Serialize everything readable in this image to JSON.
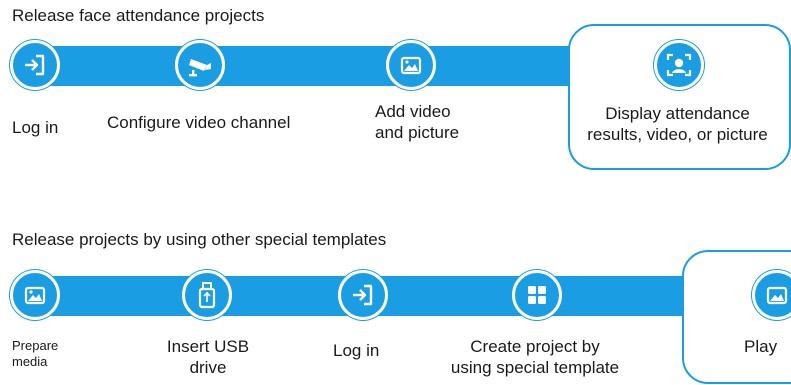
{
  "flow1": {
    "title": "Release face attendance projects",
    "steps": [
      {
        "icon": "login-icon",
        "lines": [
          "Log in"
        ]
      },
      {
        "icon": "camera-icon",
        "lines": [
          "Configure video channel"
        ]
      },
      {
        "icon": "picture-icon",
        "lines": [
          "Add video",
          "and picture"
        ]
      },
      {
        "icon": "face-recognition-icon",
        "lines": [
          "Display attendance",
          "results, video, or picture"
        ]
      }
    ]
  },
  "flow2": {
    "title": "Release projects by using other special templates",
    "steps": [
      {
        "icon": "picture-icon",
        "lines": [
          "Prepare",
          "media"
        ]
      },
      {
        "icon": "usb-drive-icon",
        "lines": [
          "Insert USB",
          "drive"
        ]
      },
      {
        "icon": "login-icon",
        "lines": [
          "Log in"
        ]
      },
      {
        "icon": "template-grid-icon",
        "lines": [
          "Create project by",
          "using special template"
        ]
      },
      {
        "icon": "play-icon",
        "lines": [
          "Play"
        ]
      }
    ]
  },
  "colors": {
    "accent": "#1a9de2",
    "text": "#1a1a1a",
    "background": "#ffffff"
  }
}
